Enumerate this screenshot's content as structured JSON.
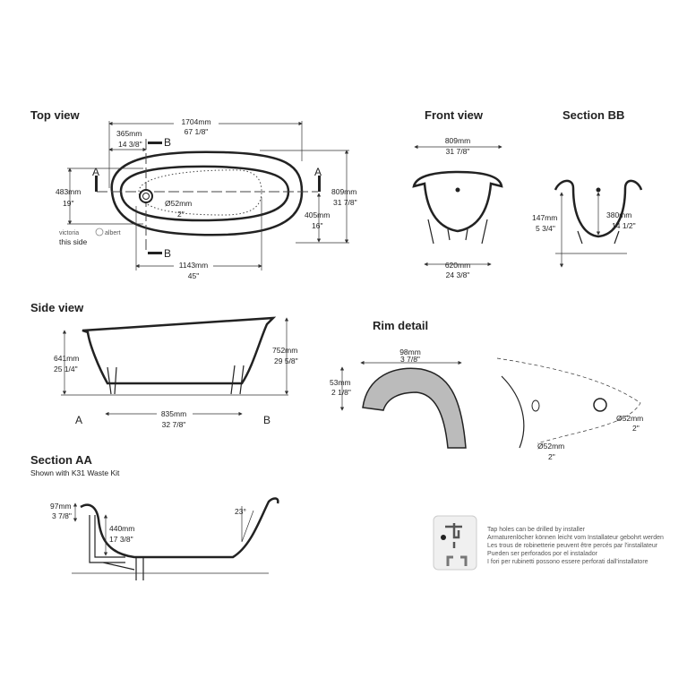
{
  "titles": {
    "top_view": "Top view",
    "front_view": "Front view",
    "section_bb": "Section BB",
    "side_view": "Side view",
    "rim_detail": "Rim detail",
    "section_aa": "Section AA",
    "section_aa_sub": "Shown with K31 Waste Kit"
  },
  "top_view": {
    "length_mm": "1704mm",
    "length_in": "67 1/8\"",
    "offset_mm": "365mm",
    "offset_in": "14 3/8\"",
    "inner_w_mm": "483mm",
    "inner_w_in": "19\"",
    "width_mm": "809mm",
    "width_in": "31 7/8\"",
    "waste_d_mm": "Ø52mm",
    "waste_d_in": "2\"",
    "half_mm": "405mm",
    "half_in": "16\"",
    "inner_l_mm": "1143mm",
    "inner_l_in": "45\"",
    "brand_left": "victoria",
    "brand_right": "albert",
    "brand_note": "this side",
    "section_a": "A",
    "section_b": "B"
  },
  "front_view": {
    "top_mm": "809mm",
    "top_in": "31 7/8\"",
    "base_mm": "620mm",
    "base_in": "24 3/8\""
  },
  "section_bb": {
    "h_mm": "147mm",
    "h_in": "5 3/4\"",
    "d_mm": "380mm",
    "d_in": "14 1/2\""
  },
  "side_view": {
    "h1_mm": "641mm",
    "h1_in": "25 1/4\"",
    "h2_mm": "752mm",
    "h2_in": "29 5/8\"",
    "feet_mm": "835mm",
    "feet_in": "32 7/8\"",
    "label_a": "A",
    "label_b": "B"
  },
  "rim_detail": {
    "w_mm": "98mm",
    "w_in": "3 7/8\"",
    "h_mm": "53mm",
    "h_in": "2 1/8\"",
    "hole1_mm": "Ø52mm",
    "hole1_in": "2\"",
    "hole2_mm": "Ø52mm",
    "hole2_in": "2\""
  },
  "section_aa": {
    "rim_mm": "97mm",
    "rim_in": "3 7/8\"",
    "depth_mm": "440mm",
    "depth_in": "17 3/8\"",
    "angle": "23°"
  },
  "tap_note": {
    "icon": "tap-drill-icon",
    "lines": [
      "Tap holes can be drilled by installer",
      "Armaturenlöcher können leicht vom Installateur gebohrt werden",
      "Les trous de robinetterie peuvent être percés par l'installateur",
      "Pueden ser perforados por el instalador",
      "I fori per rubinetti possono essere perforati dall'installatore"
    ]
  }
}
